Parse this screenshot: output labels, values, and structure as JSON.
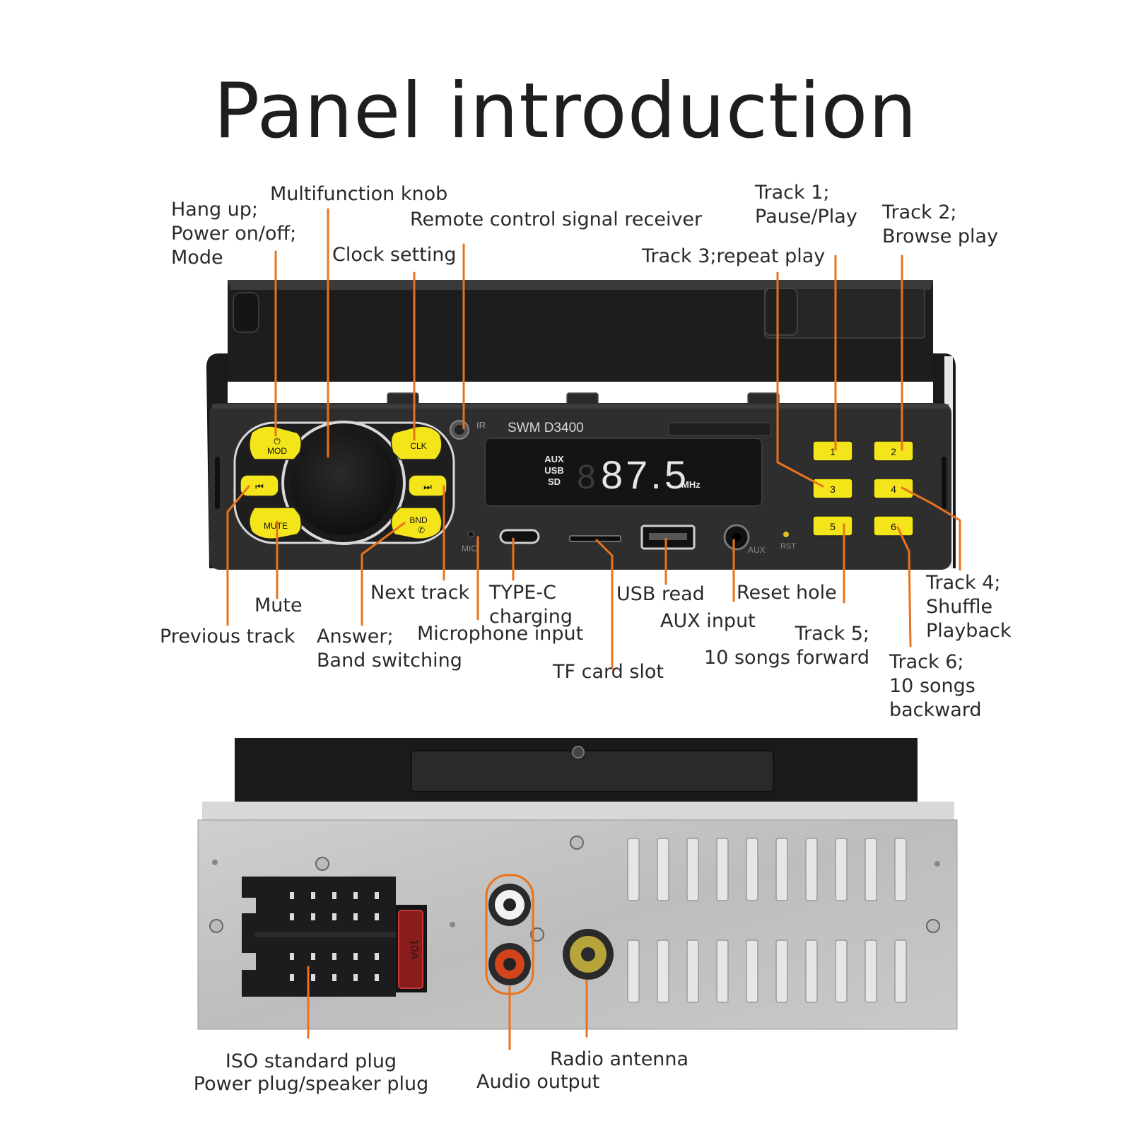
{
  "title": "Panel introduction",
  "front_panel": {
    "model": "SWM  D3400",
    "ir_mark": "IR",
    "source_indicators": [
      "AUX",
      "USB",
      "SD"
    ],
    "display_digits": "87.5",
    "display_unit": "MHz",
    "buttons": {
      "mod": "MOD",
      "clk": "CLK",
      "prev": "⏮",
      "next": "⏭",
      "mute": "MUTE",
      "bnd": "BND"
    },
    "preset_buttons": [
      "1",
      "2",
      "3",
      "4",
      "5",
      "6"
    ],
    "port_marks": {
      "mic": "MIC",
      "aux": "AUX",
      "rst": "RST"
    }
  },
  "rear_panel": {
    "fuse_label": "10A"
  },
  "labels": {
    "hang_up": [
      "Hang up;",
      "Power on/off;",
      "Mode"
    ],
    "multifunction_knob": "Multifunction knob",
    "clock_setting": "Clock setting",
    "remote_receiver": "Remote control signal receiver",
    "track1": [
      "Track 1;",
      "Pause/Play"
    ],
    "track2": [
      "Track 2;",
      "Browse play"
    ],
    "track3": "Track 3;repeat play",
    "mute": "Mute",
    "previous_track": "Previous track",
    "next_track": "Next track",
    "answer": [
      "Answer;",
      "Band switching"
    ],
    "type_c": [
      "TYPE-C",
      "charging"
    ],
    "microphone": "Microphone input",
    "tf_card": "TF card slot",
    "usb_read": "USB read",
    "aux_input": "AUX input",
    "reset_hole": "Reset hole",
    "track5": [
      "Track 5;",
      "10 songs forward"
    ],
    "track4": [
      "Track 4;",
      "Shuffle",
      "Playback"
    ],
    "track6": [
      "Track 6;",
      "10 songs",
      "backward"
    ],
    "iso_plug": [
      "ISO standard plug",
      "Power plug/speaker plug"
    ],
    "radio_antenna": "Radio antenna",
    "audio_output": "Audio output"
  },
  "colors": {
    "accent_line": "#e8731c",
    "button_yellow": "#f4e51b",
    "display_text": "#e6e6e6",
    "panel_dark": "#2e2e2e"
  }
}
